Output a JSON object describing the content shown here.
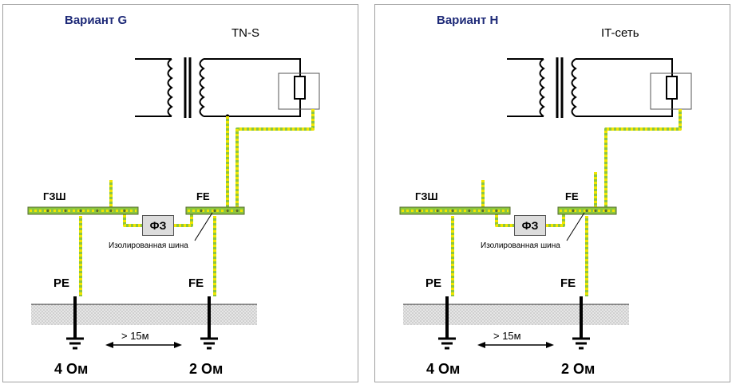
{
  "panels": [
    {
      "title": "Вариант G",
      "network": "TN-S",
      "bus_left_label": "ГЗШ",
      "bus_right_label": "FE",
      "protective_device": "ФЗ",
      "insulated_bus_label": "Изолированная шина",
      "ground_left_label": "PE",
      "ground_right_label": "FE",
      "distance_label": "> 15м",
      "resistance_left": "4 Ом",
      "resistance_right": "2 Ом"
    },
    {
      "title": "Вариант H",
      "network": "IT-сеть",
      "bus_left_label": "ГЗШ",
      "bus_right_label": "FE",
      "protective_device": "ФЗ",
      "insulated_bus_label": "Изолированная шина",
      "ground_left_label": "PE",
      "ground_right_label": "FE",
      "distance_label": "> 15м",
      "resistance_left": "4 Ом",
      "resistance_right": "2 Ом"
    }
  ],
  "colors": {
    "title": "#1e2a78",
    "pe_green": "#8cc63f",
    "pe_yellow": "#f2e600",
    "ground_fill": "#d9d9d9"
  }
}
